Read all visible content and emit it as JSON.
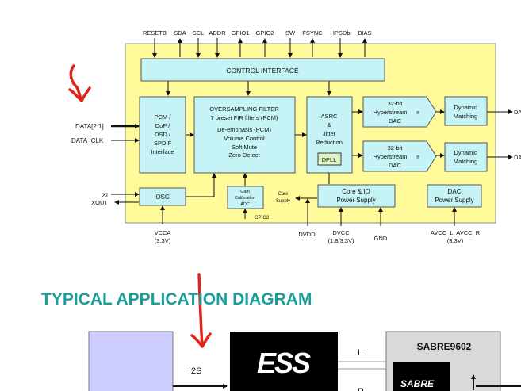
{
  "block": {
    "top_pins": [
      "RESETB",
      "SDA",
      "SCL",
      "ADDR",
      "GPIO1",
      "GPIO2",
      "SW",
      "FSYNC",
      "HPSDb",
      "BIAS"
    ],
    "control_interface": "CONTROL INTERFACE",
    "pcm_block": [
      "PCM /",
      "DoP /",
      "DSD /",
      "SPDIF",
      "Interface"
    ],
    "filter_block": {
      "title": "OVERSAMPLING FILTER",
      "lines": [
        "7 preset FIR filters (PCM)",
        "De-emphasis (PCM)",
        "Volume Control",
        "Soft Mute",
        "Zero Detect"
      ]
    },
    "asrc_block": [
      "ASRC",
      "&",
      "Jitter",
      "Reduction"
    ],
    "dpll": "DPLL",
    "dac": [
      "32-bit",
      "Hyperstream",
      "DAC"
    ],
    "dac_mark": "®",
    "dynamic_matching": [
      "Dynamic",
      "Matching"
    ],
    "output_pin": "DA",
    "inputs": [
      "DATA[2:1]",
      "DATA_CLK"
    ],
    "clock_pins": [
      "XI",
      "XOUT"
    ],
    "osc": "OSC",
    "gain_adc": [
      "Gain",
      "Calibration",
      "ADC"
    ],
    "gpio2_label": "GPIO2",
    "core_supply": [
      "Core",
      "Supply"
    ],
    "core_io_supply": [
      "Core & IO",
      "Power Supply"
    ],
    "dac_supply": [
      "DAC",
      "Power Supply"
    ],
    "bottom": {
      "vcca": [
        "VCCA",
        "(3.3V)"
      ],
      "dvdd": "DVDD",
      "dvcc": [
        "DVCC",
        "(1.8/3.3V)"
      ],
      "gnd": "GND",
      "avcc": [
        "AVCC_L, AVCC_R",
        "(3.3V)"
      ]
    }
  },
  "heading": "TYPICAL APPLICATION DIAGRAM",
  "app": {
    "i2s_label": "I2S",
    "logo_text": "ESS",
    "l_label": "L",
    "r_label": "R",
    "sabre_title": "SABRE9602",
    "sabre_inner": "SABRE"
  },
  "colors": {
    "chip_fill": "#fffa9a",
    "block_fill": "#c6f3f5",
    "host_fill": "#ccccff",
    "heading": "#1a9e9a",
    "annotation": "#e0241b",
    "gray_box": "#d9d9d9"
  }
}
